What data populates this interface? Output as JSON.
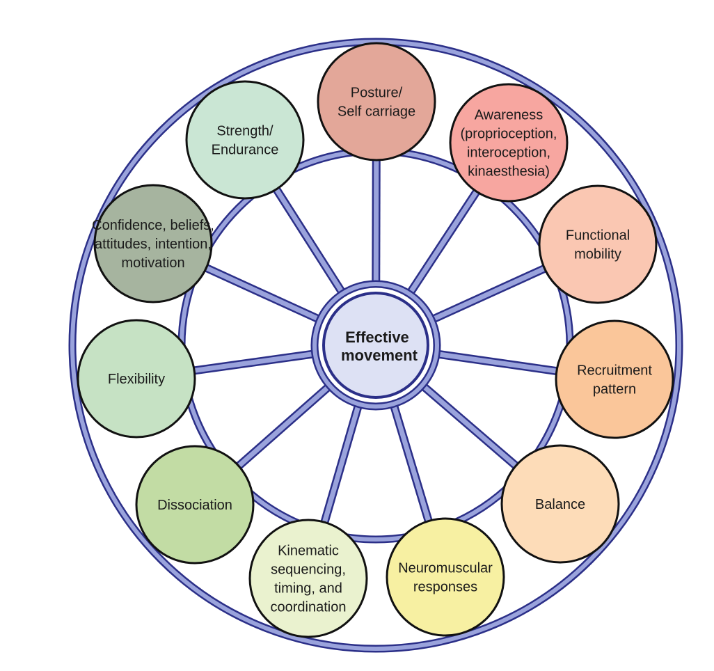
{
  "diagram": {
    "center": {
      "lines": [
        "Effective",
        "movement"
      ],
      "fill": "#dde1f4"
    },
    "nodes": [
      {
        "id": "posture",
        "lines": [
          "Posture/",
          "Self carriage"
        ],
        "fill": "#e3a799"
      },
      {
        "id": "awareness",
        "lines": [
          "Awareness",
          "(proprioception,",
          "interoception,",
          "kinaesthesia)"
        ],
        "fill": "#f7a6a0"
      },
      {
        "id": "functional-mobility",
        "lines": [
          "Functional",
          "mobility"
        ],
        "fill": "#fac7b2"
      },
      {
        "id": "recruitment-pattern",
        "lines": [
          "Recruitment",
          "pattern"
        ],
        "fill": "#fac69a"
      },
      {
        "id": "balance",
        "lines": [
          "Balance"
        ],
        "fill": "#fddcb8"
      },
      {
        "id": "neuromuscular-responses",
        "lines": [
          "Neuromuscular",
          "responses"
        ],
        "fill": "#f7f0a2"
      },
      {
        "id": "kinematic-sequencing",
        "lines": [
          "Kinematic",
          "sequencing,",
          "timing, and",
          "coordination"
        ],
        "fill": "#eaf2cf"
      },
      {
        "id": "dissociation",
        "lines": [
          "Dissociation"
        ],
        "fill": "#c2dca4"
      },
      {
        "id": "flexibility",
        "lines": [
          "Flexibility"
        ],
        "fill": "#c6e2c4"
      },
      {
        "id": "confidence",
        "lines": [
          "Confidence, beliefs,",
          "attitudes, intention,",
          "motivation"
        ],
        "fill": "#a6b49f"
      },
      {
        "id": "strength-endurance",
        "lines": [
          "Strength/",
          "Endurance"
        ],
        "fill": "#cae6d4"
      }
    ],
    "colors": {
      "rim_outer": "#2b2f88",
      "rim_inner": "#9aa3dc",
      "node_border": "#111111"
    }
  }
}
